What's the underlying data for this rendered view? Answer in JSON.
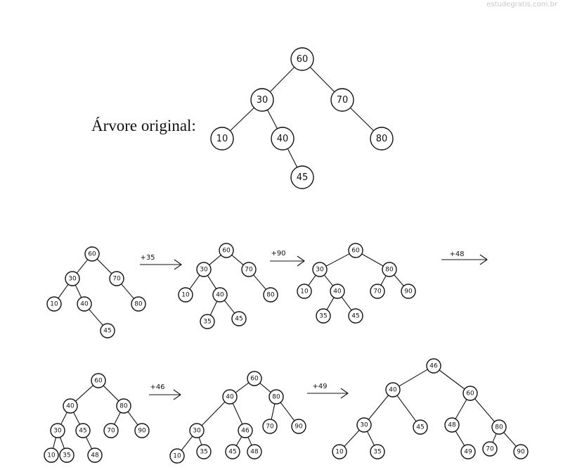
{
  "watermark": "estudegratis.com.br",
  "original_label": "Árvore original:",
  "original_tree": {
    "nodes": [
      {
        "id": "60",
        "label": "60"
      },
      {
        "id": "30",
        "label": "30"
      },
      {
        "id": "70",
        "label": "70"
      },
      {
        "id": "10",
        "label": "10"
      },
      {
        "id": "40",
        "label": "40"
      },
      {
        "id": "80",
        "label": "80"
      },
      {
        "id": "45",
        "label": "45"
      }
    ],
    "edges": [
      [
        "60",
        "30"
      ],
      [
        "60",
        "70"
      ],
      [
        "30",
        "10"
      ],
      [
        "30",
        "40"
      ],
      [
        "40",
        "45"
      ],
      [
        "70",
        "80"
      ]
    ]
  },
  "steps": [
    {
      "label": "+35",
      "tree": {
        "nodes": [
          {
            "id": "60",
            "label": "60"
          },
          {
            "id": "30",
            "label": "30"
          },
          {
            "id": "70",
            "label": "70"
          },
          {
            "id": "10",
            "label": "10"
          },
          {
            "id": "40",
            "label": "40"
          },
          {
            "id": "80",
            "label": "80"
          },
          {
            "id": "45",
            "label": "45"
          }
        ],
        "edges": [
          [
            "60",
            "30"
          ],
          [
            "60",
            "70"
          ],
          [
            "30",
            "10"
          ],
          [
            "30",
            "40"
          ],
          [
            "40",
            "45"
          ],
          [
            "70",
            "80"
          ]
        ]
      }
    },
    {
      "label": "+90",
      "tree": {
        "nodes": [
          {
            "id": "60",
            "label": "60"
          },
          {
            "id": "30",
            "label": "30"
          },
          {
            "id": "70",
            "label": "70"
          },
          {
            "id": "10",
            "label": "10"
          },
          {
            "id": "40",
            "label": "40"
          },
          {
            "id": "80",
            "label": "80"
          },
          {
            "id": "35",
            "label": "35"
          },
          {
            "id": "45",
            "label": "45"
          }
        ],
        "edges": [
          [
            "60",
            "30"
          ],
          [
            "60",
            "70"
          ],
          [
            "30",
            "10"
          ],
          [
            "30",
            "40"
          ],
          [
            "40",
            "35"
          ],
          [
            "40",
            "45"
          ],
          [
            "70",
            "80"
          ]
        ]
      }
    },
    {
      "label": "+48",
      "tree": {
        "nodes": [
          {
            "id": "60",
            "label": "60"
          },
          {
            "id": "30",
            "label": "30"
          },
          {
            "id": "80",
            "label": "80"
          },
          {
            "id": "10",
            "label": "10"
          },
          {
            "id": "40",
            "label": "40"
          },
          {
            "id": "70",
            "label": "70"
          },
          {
            "id": "90",
            "label": "90"
          },
          {
            "id": "35",
            "label": "35"
          },
          {
            "id": "45",
            "label": "45"
          }
        ],
        "edges": [
          [
            "60",
            "30"
          ],
          [
            "60",
            "80"
          ],
          [
            "30",
            "10"
          ],
          [
            "30",
            "40"
          ],
          [
            "40",
            "35"
          ],
          [
            "40",
            "45"
          ],
          [
            "80",
            "70"
          ],
          [
            "80",
            "90"
          ]
        ]
      }
    },
    {
      "label": "+46",
      "tree": {
        "nodes": [
          {
            "id": "60",
            "label": "60"
          },
          {
            "id": "40",
            "label": "40"
          },
          {
            "id": "80",
            "label": "80"
          },
          {
            "id": "30",
            "label": "30"
          },
          {
            "id": "45",
            "label": "45"
          },
          {
            "id": "70",
            "label": "70"
          },
          {
            "id": "90",
            "label": "90"
          },
          {
            "id": "10",
            "label": "10"
          },
          {
            "id": "35",
            "label": "35"
          },
          {
            "id": "48",
            "label": "48"
          }
        ],
        "edges": [
          [
            "60",
            "40"
          ],
          [
            "60",
            "80"
          ],
          [
            "40",
            "30"
          ],
          [
            "40",
            "45"
          ],
          [
            "30",
            "10"
          ],
          [
            "30",
            "35"
          ],
          [
            "45",
            "48"
          ],
          [
            "80",
            "70"
          ],
          [
            "80",
            "90"
          ]
        ]
      }
    },
    {
      "label": "+49",
      "tree": {
        "nodes": [
          {
            "id": "60",
            "label": "60"
          },
          {
            "id": "40",
            "label": "40"
          },
          {
            "id": "80",
            "label": "80"
          },
          {
            "id": "30",
            "label": "30"
          },
          {
            "id": "46",
            "label": "46"
          },
          {
            "id": "70",
            "label": "70"
          },
          {
            "id": "90",
            "label": "90"
          },
          {
            "id": "10",
            "label": "10"
          },
          {
            "id": "35",
            "label": "35"
          },
          {
            "id": "45",
            "label": "45"
          },
          {
            "id": "48",
            "label": "48"
          }
        ],
        "edges": [
          [
            "60",
            "40"
          ],
          [
            "60",
            "80"
          ],
          [
            "40",
            "30"
          ],
          [
            "40",
            "46"
          ],
          [
            "30",
            "10"
          ],
          [
            "30",
            "35"
          ],
          [
            "46",
            "45"
          ],
          [
            "46",
            "48"
          ],
          [
            "80",
            "70"
          ],
          [
            "80",
            "90"
          ]
        ]
      }
    }
  ],
  "final_tree": {
    "nodes": [
      {
        "id": "46",
        "label": "46"
      },
      {
        "id": "40",
        "label": "40"
      },
      {
        "id": "60",
        "label": "60"
      },
      {
        "id": "30",
        "label": "30"
      },
      {
        "id": "45",
        "label": "45"
      },
      {
        "id": "48",
        "label": "48"
      },
      {
        "id": "80",
        "label": "80"
      },
      {
        "id": "10",
        "label": "10"
      },
      {
        "id": "35",
        "label": "35"
      },
      {
        "id": "49",
        "label": "49"
      },
      {
        "id": "70",
        "label": "70"
      },
      {
        "id": "90",
        "label": "90"
      }
    ],
    "edges": [
      [
        "46",
        "40"
      ],
      [
        "46",
        "60"
      ],
      [
        "40",
        "30"
      ],
      [
        "40",
        "45"
      ],
      [
        "30",
        "10"
      ],
      [
        "30",
        "35"
      ],
      [
        "60",
        "48"
      ],
      [
        "60",
        "80"
      ],
      [
        "48",
        "49"
      ],
      [
        "80",
        "70"
      ],
      [
        "80",
        "90"
      ]
    ]
  }
}
